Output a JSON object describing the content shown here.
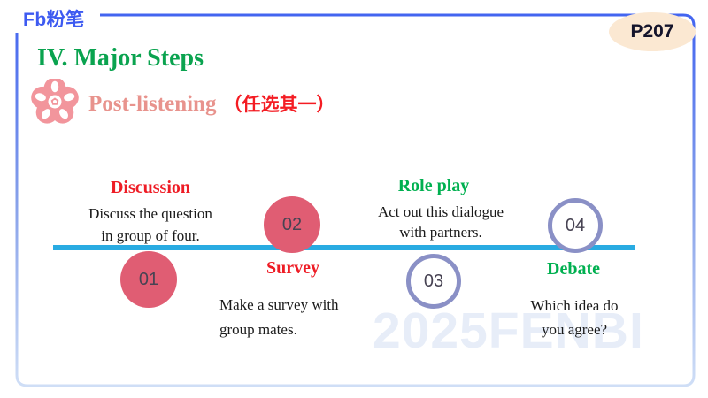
{
  "brand": {
    "logo_text": "Fb粉笔"
  },
  "badge": {
    "label": "P207"
  },
  "header": {
    "title": "IV. Major Steps"
  },
  "section": {
    "heading_en": "Post-listening",
    "heading_zh": "（任选其一）"
  },
  "watermark": "2025FENBI",
  "timeline": {
    "steps": [
      {
        "number": "01",
        "label": "Discussion",
        "description": "Discuss the question\nin group of four.",
        "label_color": "#ee1c25",
        "circle": "filled"
      },
      {
        "number": "02",
        "label": "Survey",
        "description": "Make a survey with\ngroup mates.",
        "label_color": "#ee1c25",
        "circle": "filled"
      },
      {
        "number": "03",
        "label": "Role play",
        "description": "Act out this dialogue\nwith partners.",
        "label_color": "#00b050",
        "circle": "outlined"
      },
      {
        "number": "04",
        "label": "Debate",
        "description": "Which idea do\nyou agree?",
        "label_color": "#00b050",
        "circle": "outlined"
      }
    ]
  },
  "colors": {
    "border_blue_top": "#4365f0",
    "border_blue_bottom": "#cfdef6",
    "timeline_cyan": "#29abe2",
    "circle_fill_rose": "#e05d73",
    "circle_outline_purple": "#8a90c6",
    "title_green": "#0aa34f",
    "step_green": "#00b050",
    "step_red": "#ee1c25",
    "subtitle_salmon": "#e8938d",
    "subtitle_red": "#f41c23",
    "badge_bg": "#fbe8d2",
    "logo_blue": "#3d5af1",
    "watermark_gray": "#e7edf8"
  }
}
